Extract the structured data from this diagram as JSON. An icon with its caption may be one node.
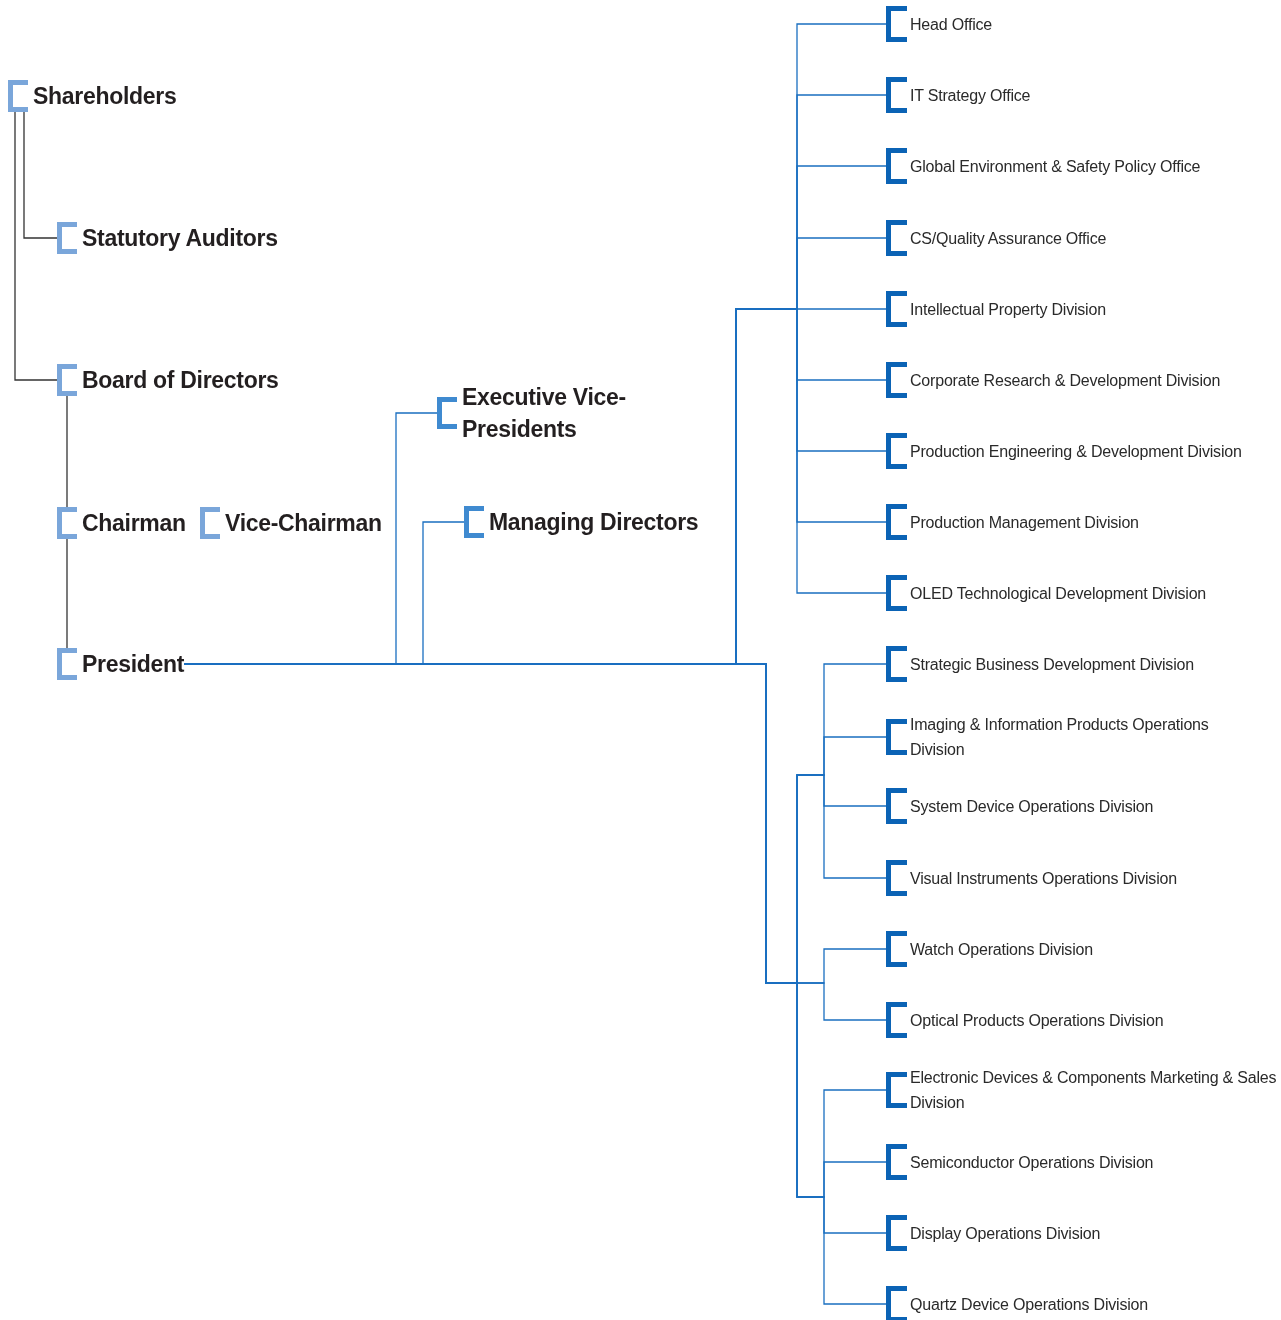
{
  "diagram": {
    "nodes": [
      {
        "text": [
          "Shareholders"
        ]
      },
      {
        "text": [
          "Statutory Auditors"
        ]
      },
      {
        "text": [
          "Board of Directors"
        ]
      },
      {
        "text": [
          "Chairman"
        ]
      },
      {
        "text": [
          "Vice-Chairman"
        ]
      },
      {
        "text": [
          "President"
        ]
      },
      {
        "text": [
          "Executive Vice-Presidents"
        ]
      },
      {
        "text": [
          "Managing Directors"
        ]
      },
      {
        "text": [
          "Head Office"
        ]
      },
      {
        "text": [
          "IT Strategy Office"
        ]
      },
      {
        "text": [
          "Global Environment & Safety Policy Office"
        ]
      },
      {
        "text": [
          "CS/Quality Assurance Office"
        ]
      },
      {
        "text": [
          "Intellectual Property Division"
        ]
      },
      {
        "text": [
          "Corporate Research & Development Division"
        ]
      },
      {
        "text": [
          "Production Engineering & Development Division"
        ]
      },
      {
        "text": [
          "Production Management Division"
        ]
      },
      {
        "text": [
          "OLED Technological Development Division"
        ]
      },
      {
        "text": [
          "Strategic Business Development Division"
        ]
      },
      {
        "text": [
          "Imaging & Information Products Operations Division"
        ]
      },
      {
        "text": [
          "System Device Operations Division"
        ]
      },
      {
        "text": [
          "Visual Instruments Operations Division"
        ]
      },
      {
        "text": [
          "Watch Operations Division"
        ]
      },
      {
        "text": [
          "Optical Products Operations Division"
        ]
      },
      {
        "text": [
          "Electronic Devices & Components Marketing & Sales Division"
        ]
      },
      {
        "text": [
          "Semiconductor Operations Division"
        ]
      },
      {
        "text": [
          "Display Operations Division"
        ]
      },
      {
        "text": [
          "Quartz Device Operations Division"
        ]
      }
    ],
    "edges": [
      {
        "from": 0,
        "to": 1,
        "arrow": "none",
        "color": "#333333"
      },
      {
        "from": 0,
        "to": 2,
        "arrow": "none",
        "color": "#333333"
      },
      {
        "from": 2,
        "to": 3,
        "arrow": "none",
        "color": "#333333"
      },
      {
        "from": 3,
        "to": 5,
        "arrow": "none",
        "color": "#333333"
      },
      {
        "from": 5,
        "to": 6,
        "arrow": "none"
      },
      {
        "from": 5,
        "to": 7,
        "arrow": "none"
      },
      {
        "from": 5,
        "to": 8,
        "arrow": "none"
      },
      {
        "from": 5,
        "to": 9,
        "arrow": "none"
      },
      {
        "from": 5,
        "to": 10,
        "arrow": "none"
      },
      {
        "from": 5,
        "to": 11,
        "arrow": "none"
      },
      {
        "from": 5,
        "to": 12,
        "arrow": "none"
      },
      {
        "from": 5,
        "to": 13,
        "arrow": "none"
      },
      {
        "from": 5,
        "to": 14,
        "arrow": "none"
      },
      {
        "from": 5,
        "to": 15,
        "arrow": "none"
      },
      {
        "from": 5,
        "to": 16,
        "arrow": "none"
      },
      {
        "from": 5,
        "to": 17,
        "arrow": "none"
      },
      {
        "from": 5,
        "to": 18,
        "arrow": "none"
      },
      {
        "from": 5,
        "to": 19,
        "arrow": "none"
      },
      {
        "from": 5,
        "to": 20,
        "arrow": "none"
      },
      {
        "from": 5,
        "to": 21,
        "arrow": "none"
      },
      {
        "from": 5,
        "to": 22,
        "arrow": "none"
      },
      {
        "from": 5,
        "to": 23,
        "arrow": "none"
      },
      {
        "from": 5,
        "to": 24,
        "arrow": "none"
      },
      {
        "from": 5,
        "to": 25,
        "arrow": "none"
      },
      {
        "from": 5,
        "to": 26,
        "arrow": "none"
      }
    ]
  }
}
